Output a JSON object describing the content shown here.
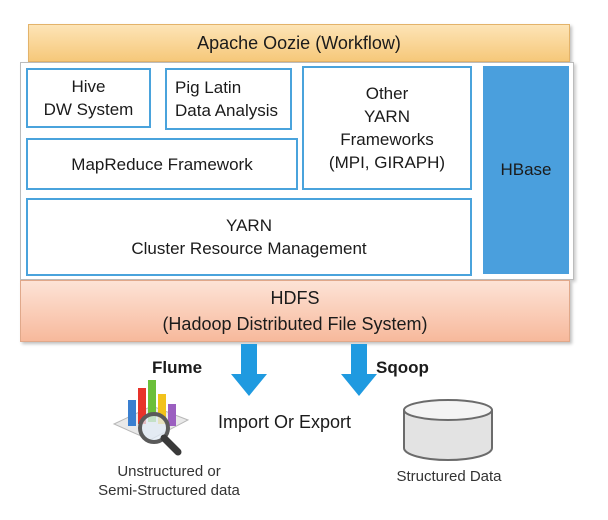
{
  "oozie": {
    "label": "Apache Oozie (Workflow)"
  },
  "hive": {
    "line1": "Hive",
    "line2": "DW System"
  },
  "pig": {
    "line1": "Pig Latin",
    "line2": "Data Analysis"
  },
  "other": {
    "line1": "Other",
    "line2": "YARN",
    "line3": "Frameworks",
    "line4": "(MPI, GIRAPH)"
  },
  "mapreduce": {
    "label": "MapReduce Framework"
  },
  "yarn": {
    "line1": "YARN",
    "line2": "Cluster Resource Management"
  },
  "hbase": {
    "label": "HBase"
  },
  "hdfs": {
    "line1": "HDFS",
    "line2": "(Hadoop Distributed File System)"
  },
  "flume": {
    "label": "Flume"
  },
  "sqoop": {
    "label": "Sqoop"
  },
  "import_export": {
    "label": "Import Or Export"
  },
  "unstructured": {
    "line1": "Unstructured or",
    "line2": "Semi-Structured data"
  },
  "structured": {
    "label": "Structured Data"
  },
  "colors": {
    "oozie": "#f6c87a",
    "border_blue": "#4aa3dc",
    "hbase": "#4a9fdd",
    "hdfs": "#f7b99c",
    "arrow": "#1f9ae0"
  },
  "icons": {
    "data_analysis": "chart-magnifier-icon",
    "database": "database-cylinder-icon",
    "arrow": "down-arrow-icon"
  }
}
